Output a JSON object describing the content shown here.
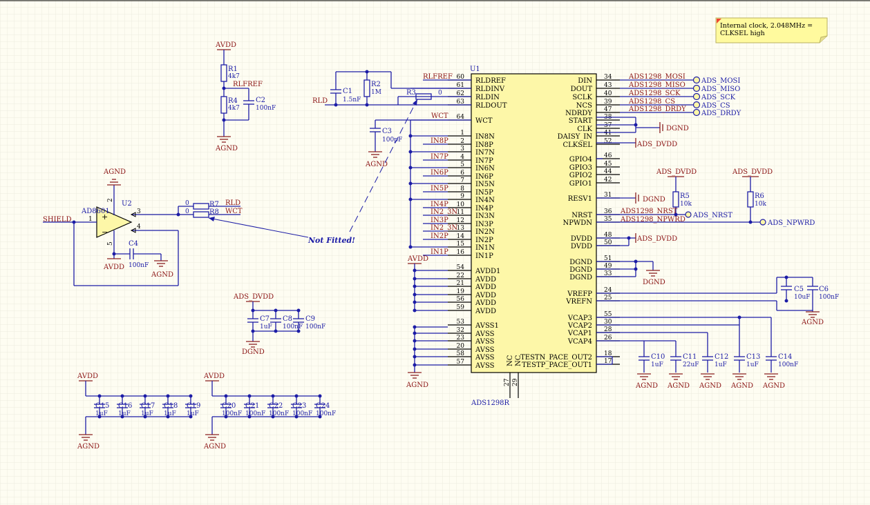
{
  "note": {
    "text_line1": "Internal clock, 2.048MHz =",
    "text_line2": "CLKSEL high"
  },
  "not_fitted": "Not Fitted!",
  "colors": {
    "wire": "#1c1ca6",
    "net": "#8b1414",
    "ic_fill": "#fdf7a8",
    "note_fill": "#fffa9e",
    "grid": "#eceadb",
    "background": "#fefdf2"
  },
  "u1": {
    "ref": "U1",
    "part": "ADS1298R",
    "left_pins": [
      {
        "num": "60",
        "name": "RLDREF"
      },
      {
        "num": "61",
        "name": "RLDINV"
      },
      {
        "num": "62",
        "name": "RLDIN"
      },
      {
        "num": "63",
        "name": "RLDOUT"
      },
      {
        "num": "64",
        "name": "WCT"
      },
      {
        "num": "1",
        "name": "IN8N"
      },
      {
        "num": "2",
        "name": "IN8P"
      },
      {
        "num": "3",
        "name": "IN7N"
      },
      {
        "num": "4",
        "name": "IN7P"
      },
      {
        "num": "5",
        "name": "IN6N"
      },
      {
        "num": "6",
        "name": "IN6P"
      },
      {
        "num": "7",
        "name": "IN5N"
      },
      {
        "num": "8",
        "name": "IN5P"
      },
      {
        "num": "9",
        "name": "IN4N"
      },
      {
        "num": "10",
        "name": "IN4P"
      },
      {
        "num": "11",
        "name": "IN3N"
      },
      {
        "num": "12",
        "name": "IN3P"
      },
      {
        "num": "13",
        "name": "IN2N"
      },
      {
        "num": "14",
        "name": "IN2P"
      },
      {
        "num": "15",
        "name": "IN1N"
      },
      {
        "num": "16",
        "name": "IN1P"
      },
      {
        "num": "54",
        "name": "AVDD1"
      },
      {
        "num": "22",
        "name": "AVDD"
      },
      {
        "num": "21",
        "name": "AVDD"
      },
      {
        "num": "19",
        "name": "AVDD"
      },
      {
        "num": "56",
        "name": "AVDD"
      },
      {
        "num": "59",
        "name": "AVDD"
      },
      {
        "num": "53",
        "name": "AVSS1"
      },
      {
        "num": "32",
        "name": "AVSS"
      },
      {
        "num": "23",
        "name": "AVSS"
      },
      {
        "num": "20",
        "name": "AVSS"
      },
      {
        "num": "58",
        "name": "AVSS"
      },
      {
        "num": "57",
        "name": "AVSS"
      }
    ],
    "right_pins": [
      {
        "num": "34",
        "name": "DIN"
      },
      {
        "num": "43",
        "name": "DOUT"
      },
      {
        "num": "40",
        "name": "SCLK"
      },
      {
        "num": "39",
        "name": "NCS"
      },
      {
        "num": "47",
        "name": "NDRDY"
      },
      {
        "num": "38",
        "name": "START"
      },
      {
        "num": "37",
        "name": "CLK"
      },
      {
        "num": "41",
        "name": "DAISY_IN"
      },
      {
        "num": "52",
        "name": "CLKSEL"
      },
      {
        "num": "46",
        "name": "GPIO4"
      },
      {
        "num": "45",
        "name": "GPIO3"
      },
      {
        "num": "44",
        "name": "GPIO2"
      },
      {
        "num": "42",
        "name": "GPIO1"
      },
      {
        "num": "31",
        "name": "RESV1"
      },
      {
        "num": "36",
        "name": "NRST"
      },
      {
        "num": "35",
        "name": "NPWDN"
      },
      {
        "num": "48",
        "name": "DVDD"
      },
      {
        "num": "50",
        "name": "DVDD"
      },
      {
        "num": "51",
        "name": "DGND"
      },
      {
        "num": "49",
        "name": "DGND"
      },
      {
        "num": "33",
        "name": "DGND"
      },
      {
        "num": "24",
        "name": "VREFP"
      },
      {
        "num": "25",
        "name": "VREFN"
      },
      {
        "num": "55",
        "name": "VCAP3"
      },
      {
        "num": "30",
        "name": "VCAP2"
      },
      {
        "num": "28",
        "name": "VCAP1"
      },
      {
        "num": "26",
        "name": "VCAP4"
      },
      {
        "num": "18",
        "name": "TESTN_PACE_OUT2"
      },
      {
        "num": "17",
        "name": "TESTP_PACE_OUT1"
      }
    ],
    "bottom_pins": [
      {
        "num": "27",
        "name": "NC"
      },
      {
        "num": "29",
        "name": "NC"
      }
    ]
  },
  "input_nets": [
    "IN8P",
    "IN7P",
    "IN6P",
    "IN5P",
    "IN4P",
    "IN2_3N",
    "IN3P",
    "IN2_3N",
    "IN2P",
    "IN1P"
  ],
  "spi_nets": [
    {
      "net": "ADS1298_MOSI",
      "port": "ADS_MOSI"
    },
    {
      "net": "ADS1298_MISO",
      "port": "ADS_MISO"
    },
    {
      "net": "ADS1298_SCK",
      "port": "ADS_SCK"
    },
    {
      "net": "ADS1298_CS",
      "port": "ADS_CS"
    },
    {
      "net": "ADS1298_DRDY",
      "port": "ADS_DRDY"
    }
  ],
  "nets": {
    "rlfref": "RLFREF",
    "wct": "WCT",
    "rld": "RLD",
    "shield": "SHIELD",
    "rlfref_left": "RLFREF",
    "nrst": "ADS1298_NRST",
    "npwrd": "ADS1298_NPWRD",
    "ads_nrst": "ADS_NRST",
    "ads_npwrd": "ADS_NPWRD",
    "ads_dvdd": "ADS_DVDD",
    "dgnd": "DGND",
    "agnd": "AGND",
    "avdd": "AVDD"
  },
  "components": {
    "R1": {
      "ref": "R1",
      "value": "4k7"
    },
    "R4": {
      "ref": "R4",
      "value": "4k7"
    },
    "C2": {
      "ref": "C2",
      "value": "100nF"
    },
    "C1": {
      "ref": "C1",
      "value": "1.5nF"
    },
    "R2": {
      "ref": "R2",
      "value": "1M"
    },
    "R3": {
      "ref": "R3",
      "value": "0"
    },
    "C3": {
      "ref": "C3",
      "value": "100pF"
    },
    "U2": {
      "ref": "U2",
      "value": "AD8601"
    },
    "C4": {
      "ref": "C4",
      "value": "100nF"
    },
    "R7": {
      "ref": "R7",
      "value": "0",
      "net": "RLD"
    },
    "R8": {
      "ref": "R8",
      "value": "0",
      "net": "WCT"
    },
    "R5": {
      "ref": "R5",
      "value": "10k"
    },
    "R6": {
      "ref": "R6",
      "value": "10k"
    },
    "C5": {
      "ref": "C5",
      "value": "10uF"
    },
    "C6": {
      "ref": "C6",
      "value": "100nF"
    },
    "C7": {
      "ref": "C7",
      "value": "1uF"
    },
    "C8": {
      "ref": "C8",
      "value": "100nF"
    },
    "C9": {
      "ref": "C9",
      "value": "100nF"
    },
    "C10": {
      "ref": "C10",
      "value": "1uF"
    },
    "C11": {
      "ref": "C11",
      "value": "22uF"
    },
    "C12": {
      "ref": "C12",
      "value": "1uF"
    },
    "C13": {
      "ref": "C13",
      "value": "1uF"
    },
    "C14": {
      "ref": "C14",
      "value": "100nF"
    },
    "C15": {
      "ref": "C15",
      "value": "1uF"
    },
    "C16": {
      "ref": "C16",
      "value": "1uF"
    },
    "C17": {
      "ref": "C17",
      "value": "1uF"
    },
    "C18": {
      "ref": "C18",
      "value": "1uF"
    },
    "C19": {
      "ref": "C19",
      "value": "1uF"
    },
    "C20": {
      "ref": "C20",
      "value": "100nF"
    },
    "C21": {
      "ref": "C21",
      "value": "100nF"
    },
    "C22": {
      "ref": "C22",
      "value": "100nF"
    },
    "C23": {
      "ref": "C23",
      "value": "100nF"
    },
    "C24": {
      "ref": "C24",
      "value": "100nF"
    }
  },
  "u2_pins": [
    "1",
    "3",
    "4",
    "2",
    "5"
  ]
}
